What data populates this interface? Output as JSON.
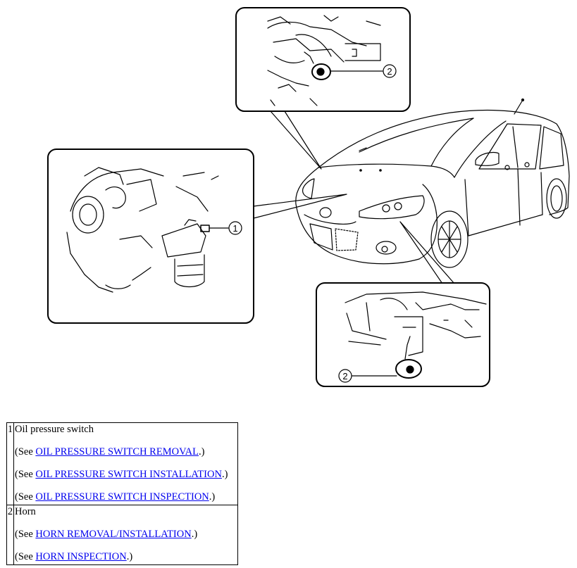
{
  "figure": {
    "callouts": [
      {
        "number": "1",
        "target": "oil-pressure-switch"
      },
      {
        "number": "2",
        "target": "horn-upper"
      },
      {
        "number": "2",
        "target": "horn-lower"
      }
    ]
  },
  "legend": {
    "items": [
      {
        "number": "1",
        "title": "Oil pressure switch",
        "refs": [
          {
            "prefix": "(See ",
            "link": "OIL PRESSURE SWITCH REMOVAL",
            "suffix": ".)"
          },
          {
            "prefix": "(See ",
            "link": "OIL PRESSURE SWITCH INSTALLATION",
            "suffix": ".)"
          },
          {
            "prefix": "(See ",
            "link": "OIL PRESSURE SWITCH INSPECTION",
            "suffix": ".)"
          }
        ]
      },
      {
        "number": "2",
        "title": "Horn",
        "refs": [
          {
            "prefix": "(See ",
            "link": "HORN REMOVAL/INSTALLATION",
            "suffix": ".)"
          },
          {
            "prefix": "(See ",
            "link": "HORN INSPECTION",
            "suffix": ".)"
          }
        ]
      }
    ]
  }
}
